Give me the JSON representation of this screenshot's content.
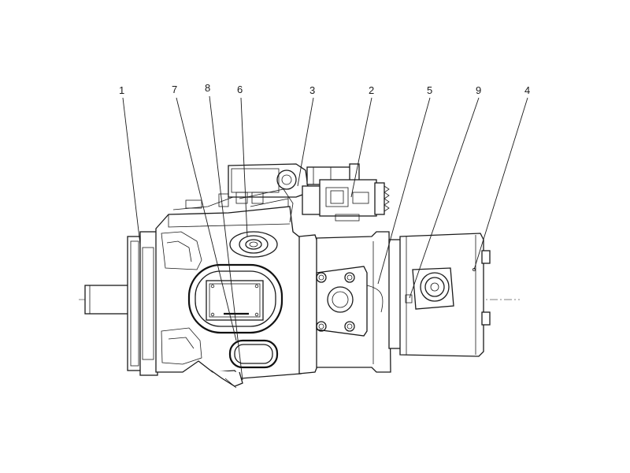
{
  "diagram": {
    "callouts": [
      {
        "id": "c1",
        "label": "1"
      },
      {
        "id": "c7",
        "label": "7"
      },
      {
        "id": "c8",
        "label": "8"
      },
      {
        "id": "c6",
        "label": "6"
      },
      {
        "id": "c3",
        "label": "3"
      },
      {
        "id": "c2",
        "label": "2"
      },
      {
        "id": "c5",
        "label": "5"
      },
      {
        "id": "c9",
        "label": "9"
      },
      {
        "id": "c4",
        "label": "4"
      }
    ],
    "colors": {
      "line": "#1a1a1a",
      "background": "#ffffff"
    }
  }
}
